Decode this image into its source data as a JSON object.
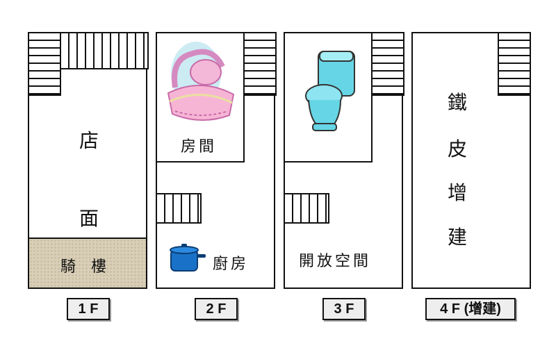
{
  "floors": [
    {
      "label": "1 F",
      "rooms": {
        "shop_char1": "店",
        "shop_char2": "面",
        "arcade": "騎　樓"
      }
    },
    {
      "label": "2 F",
      "rooms": {
        "bedroom": "房間",
        "kitchen": "廚房"
      }
    },
    {
      "label": "3 F",
      "rooms": {
        "open_space": "開放空間"
      }
    },
    {
      "label": "4 F (增建)",
      "rooms": {
        "c1": "鐵",
        "c2": "皮",
        "c3": "增",
        "c4": "建"
      }
    }
  ],
  "icons": {
    "cradle": "cradle-icon",
    "pot": "pot-icon",
    "toilet": "toilet-icon"
  }
}
